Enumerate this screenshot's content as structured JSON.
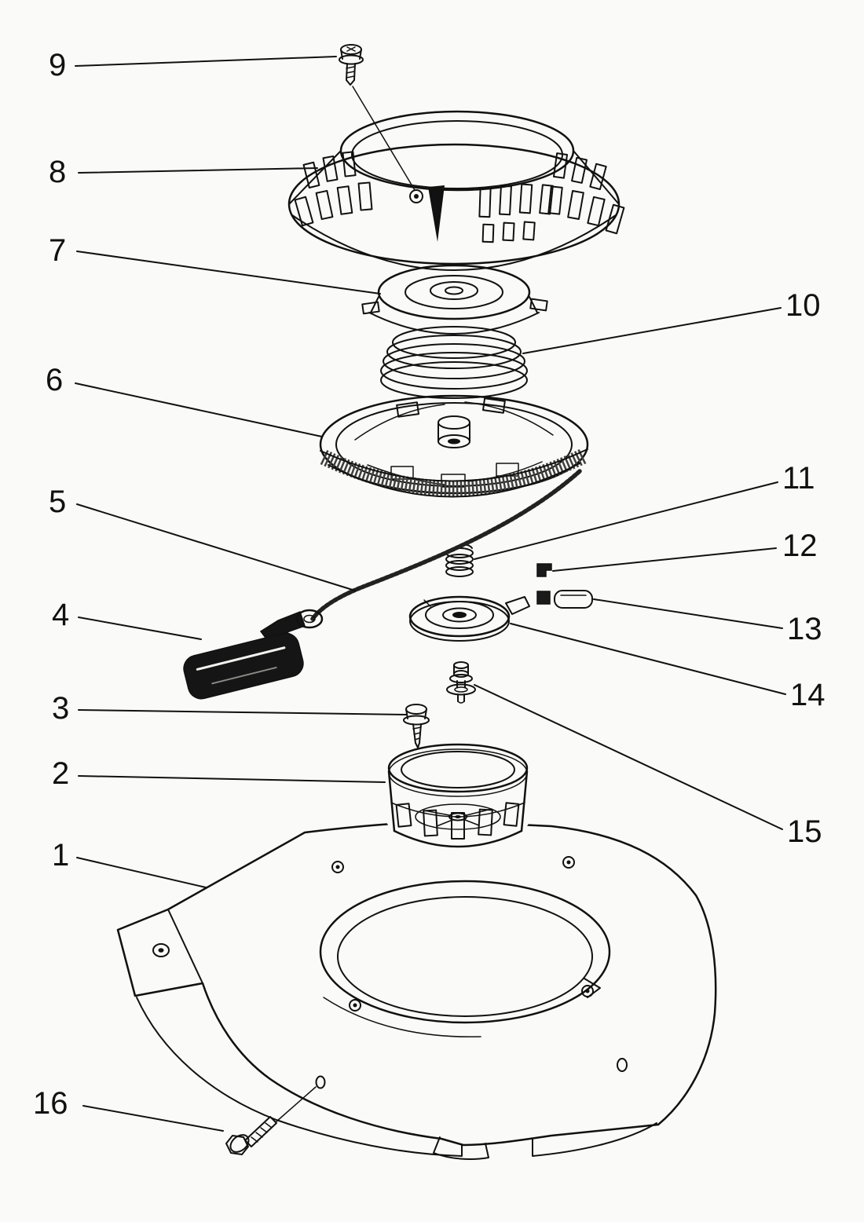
{
  "diagram": {
    "type": "exploded-parts-diagram",
    "subject": "recoil-starter-assembly",
    "colors": {
      "background": "#fafaf8",
      "ink": "#111111",
      "handle": "#151515"
    },
    "callouts": [
      {
        "label": "9"
      },
      {
        "label": "8"
      },
      {
        "label": "7"
      },
      {
        "label": "6"
      },
      {
        "label": "5"
      },
      {
        "label": "4"
      },
      {
        "label": "3"
      },
      {
        "label": "2"
      },
      {
        "label": "1"
      },
      {
        "label": "16"
      },
      {
        "label": "10"
      },
      {
        "label": "11"
      },
      {
        "label": "12"
      },
      {
        "label": "13"
      },
      {
        "label": "14"
      },
      {
        "label": "15"
      }
    ]
  }
}
